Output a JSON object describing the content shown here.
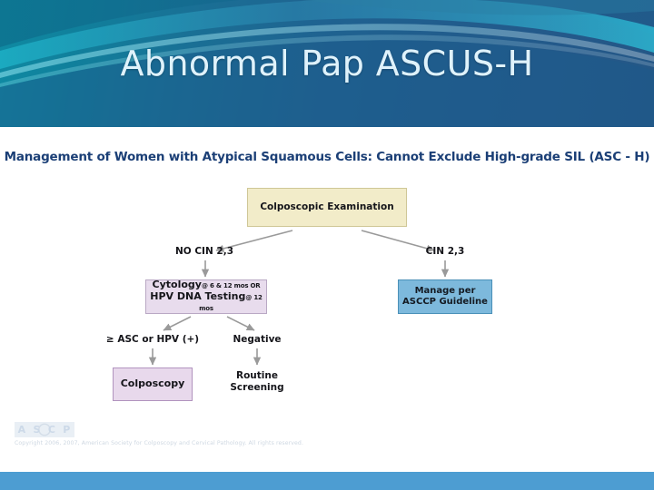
{
  "slide": {
    "title": "Abnormal Pap ASCUS-H",
    "subtitle": "Management of Women with Atypical Squamous Cells: Cannot Exclude High-grade SIL (ASC - H)"
  },
  "flowchart": {
    "type": "diagram",
    "nodes": [
      {
        "id": "colposcopic-examination",
        "label": "Colposcopic Examination",
        "shape": "rectangle",
        "fill": "#f2ecc9",
        "border": "#cfc796"
      },
      {
        "id": "cytology-hpv-testing",
        "label_line1_main": "Cytology",
        "label_line1_sub": "@ 6 & 12 mos OR",
        "label_line2_main": "HPV DNA Testing",
        "label_line2_sub": "@ 12 mos",
        "shape": "rectangle",
        "fill": "#e8dced",
        "border": "#b9a8c4"
      },
      {
        "id": "manage-per-asccp-guideline",
        "label_line1": "Manage per",
        "label_line2": "ASCCP Guideline",
        "shape": "rectangle",
        "fill": "#7db9dc",
        "border": "#4a90b8"
      },
      {
        "id": "colposcopy",
        "label": "Colposcopy",
        "shape": "rectangle",
        "fill": "#e8d9ec",
        "border": "#b193be"
      },
      {
        "id": "routine-screening",
        "label_line1": "Routine",
        "label_line2": "Screening",
        "shape": "text"
      }
    ],
    "edge_labels": {
      "no_cin": "NO CIN 2,3",
      "cin": "CIN 2,3",
      "asc_or_hpv_positive": "≥ ASC or HPV (+)",
      "negative": "Negative"
    },
    "edges": [
      {
        "from": "colposcopic-examination",
        "to": "cytology-hpv-testing",
        "label": "NO CIN 2,3"
      },
      {
        "from": "colposcopic-examination",
        "to": "manage-per-asccp-guideline",
        "label": "CIN 2,3"
      },
      {
        "from": "cytology-hpv-testing",
        "to": "colposcopy",
        "label": "≥ ASC or HPV (+)"
      },
      {
        "from": "cytology-hpv-testing",
        "to": "routine-screening",
        "label": "Negative"
      }
    ]
  },
  "footer": {
    "logo_text": "ASCCP",
    "logo_letters": [
      "A",
      "S",
      "C",
      "P"
    ],
    "copyright": "Copyright 2006, 2007, American Society for Colposcopy and Cervical Pathology. All rights reserved."
  },
  "colors": {
    "header_teal": "#0f8ba3",
    "header_blue": "#245786",
    "title_text": "#dff2fb",
    "subtitle_text": "#1b3f76",
    "bottom_bar": "#4d9dd2",
    "arrow": "#9a9a9a"
  }
}
